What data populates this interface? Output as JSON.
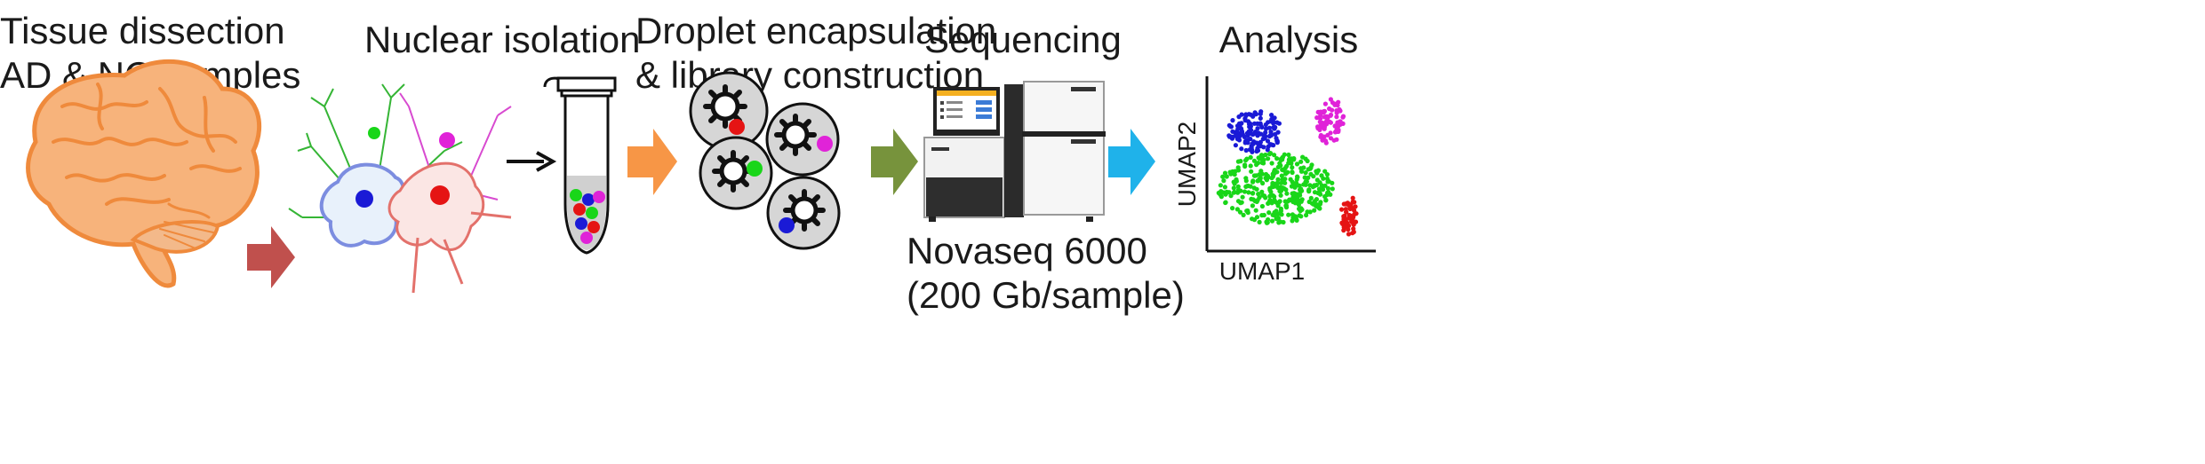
{
  "steps": [
    {
      "id": "dissection",
      "title_line1": "Tissue dissection",
      "title_line2": "AD & NC samples",
      "icon": "brain-icon"
    },
    {
      "id": "isolation",
      "title_line1": "Nuclear isolation",
      "icon": "neuron-cells-icon"
    },
    {
      "id": "encapsulation",
      "title_line1": "Droplet encapsulation",
      "title_line2": "& library construction",
      "icon": "droplet-icon"
    },
    {
      "id": "sequencing",
      "title_line1": "Sequencing",
      "caption_line1": "Novaseq 6000",
      "caption_line2": "(200 Gb/sample)",
      "icon": "sequencer-icon"
    },
    {
      "id": "analysis",
      "title_line1": "Analysis",
      "icon": "umap-plot-icon"
    }
  ],
  "umap": {
    "xlabel": "UMAP1",
    "ylabel": "UMAP2",
    "cluster_colors": [
      "#1a1ad6",
      "#e023d8",
      "#19d619",
      "#e51414"
    ]
  },
  "colors": {
    "brain": "#f5a86a",
    "brain_outline": "#ef8a3c",
    "arrow1": "#c0504d",
    "arrow2": "#f79646",
    "arrow3": "#77933c",
    "arrow4": "#1fb2ea",
    "nucleus_green": "#19d619",
    "nucleus_magenta": "#e023d8",
    "nucleus_blue": "#1a1ad6",
    "nucleus_red": "#e51414"
  }
}
